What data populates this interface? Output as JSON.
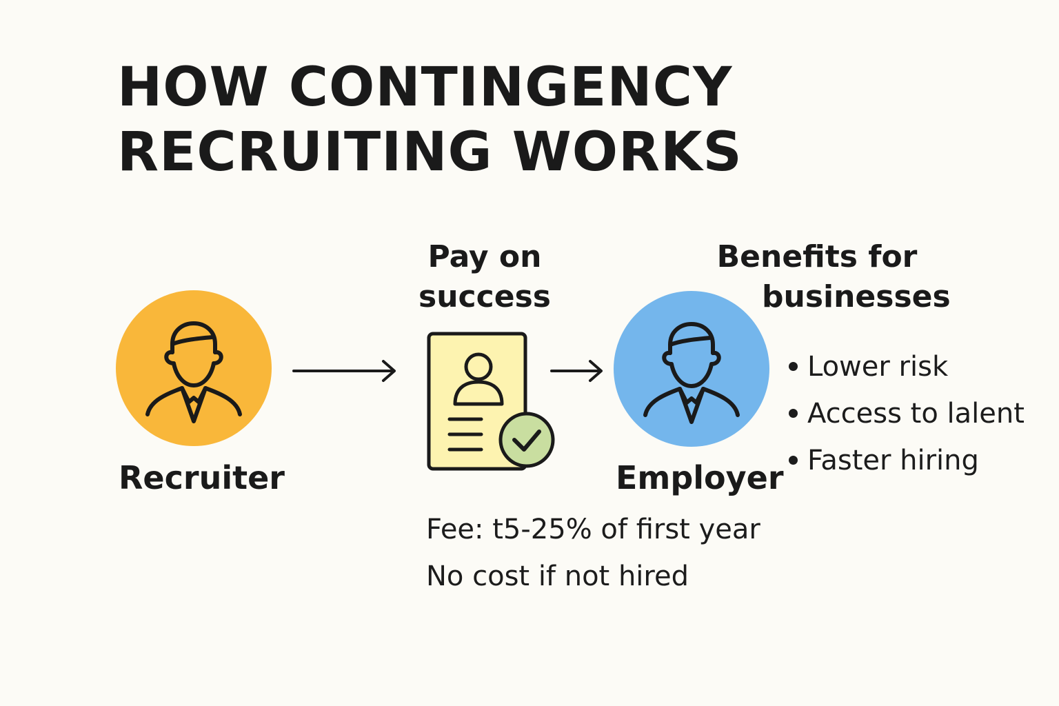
{
  "title": {
    "line1": "HOW CONTINGENCY",
    "line2": "RECRUITING WORKS"
  },
  "recruiter": {
    "label": "Recruiter",
    "circle_color": "#f9b73a",
    "icon": "person-icon"
  },
  "pay": {
    "heading_line1": "Pay on",
    "heading_line2": "success",
    "icon": "resume-check-icon",
    "document_color": "#fdf3b0",
    "check_color": "#c9dea0"
  },
  "employer": {
    "label": "Employer",
    "circle_color": "#74b6ec",
    "icon": "person-icon"
  },
  "benefits": {
    "heading_line1": "Benefits for",
    "heading_line2": "businesses",
    "items": [
      "Lower risk",
      "Access to lalent",
      "Faster hiring"
    ]
  },
  "fee": {
    "line1": "Fee: t5-25% of first year",
    "line2": "No cost if not hired"
  }
}
